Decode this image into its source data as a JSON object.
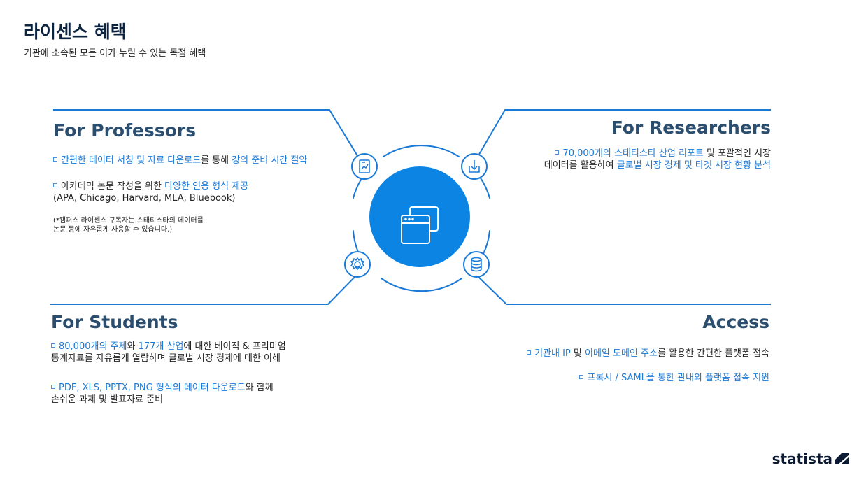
{
  "header": {
    "title": "라이센스 혜택",
    "subtitle": "기관에 소속된 모든 이가 누릴 수 있는 독점 혜택"
  },
  "professors": {
    "heading": "For Professors",
    "item1": {
      "hl1": "간편한 데이터 서칭 및 자료 다운로드",
      "text1": "를 통해 ",
      "hl2": "강의 준비 시간 절약"
    },
    "item2": {
      "text1": "아카데믹 논문 작성을 위한 ",
      "hl1": "다양한 인용 형식 제공",
      "line2": "(APA, Chicago, Harvard, MLA, Bluebook)"
    },
    "note_line1": "(*캠퍼스 라이센스 구독자는 스태티스타의 데이터를",
    "note_line2": "논문 등에 자유롭게 사용할 수 있습니다.)"
  },
  "researchers": {
    "heading": "For Researchers",
    "item1": {
      "hl1": "70,000개의 스태티스타 산업 리포트",
      "text1": " 및 포괄적인 시장",
      "text2": "데이터를 활용하여 ",
      "hl2": "글로벌 시장 경제 및 타겟 시장 현황 분석"
    }
  },
  "students": {
    "heading": "For Students",
    "item1": {
      "hl1": "80,000개의 주제",
      "text1": "와 ",
      "hl2": "177개 산업",
      "text2": "에 대한 베이직 & 프리미엄",
      "line2": "통계자료를 자유롭게 열람하며 글로벌 시장 경제에 대한 이해"
    },
    "item2": {
      "hl1": "PDF, XLS, PPTX, PNG 형식의 데이터 다운로드",
      "text1": "와 함께",
      "line2": "손쉬운 과제 및 발표자료 준비"
    }
  },
  "access": {
    "heading": "Access",
    "item1": {
      "hl1": "기관내 IP",
      "text1": " 및 ",
      "hl2": "이메일 도메인 주소",
      "text2": "를 활용한 간편한 플랫폼 접속"
    },
    "item2": {
      "hl1": "프록시 / SAML을 통한 관내외 플랫폼 접속 지원"
    }
  },
  "icons": {
    "center": "browser-windows-icon",
    "professors": "chart-document-icon",
    "researchers": "download-icon",
    "students": "gear-icon",
    "access": "database-icon"
  },
  "colors": {
    "accent": "#1a79d7",
    "center_fill": "#0b84e3",
    "heading": "#2b4d6e",
    "title": "#0c2340"
  },
  "brand": {
    "logo": "statista"
  }
}
